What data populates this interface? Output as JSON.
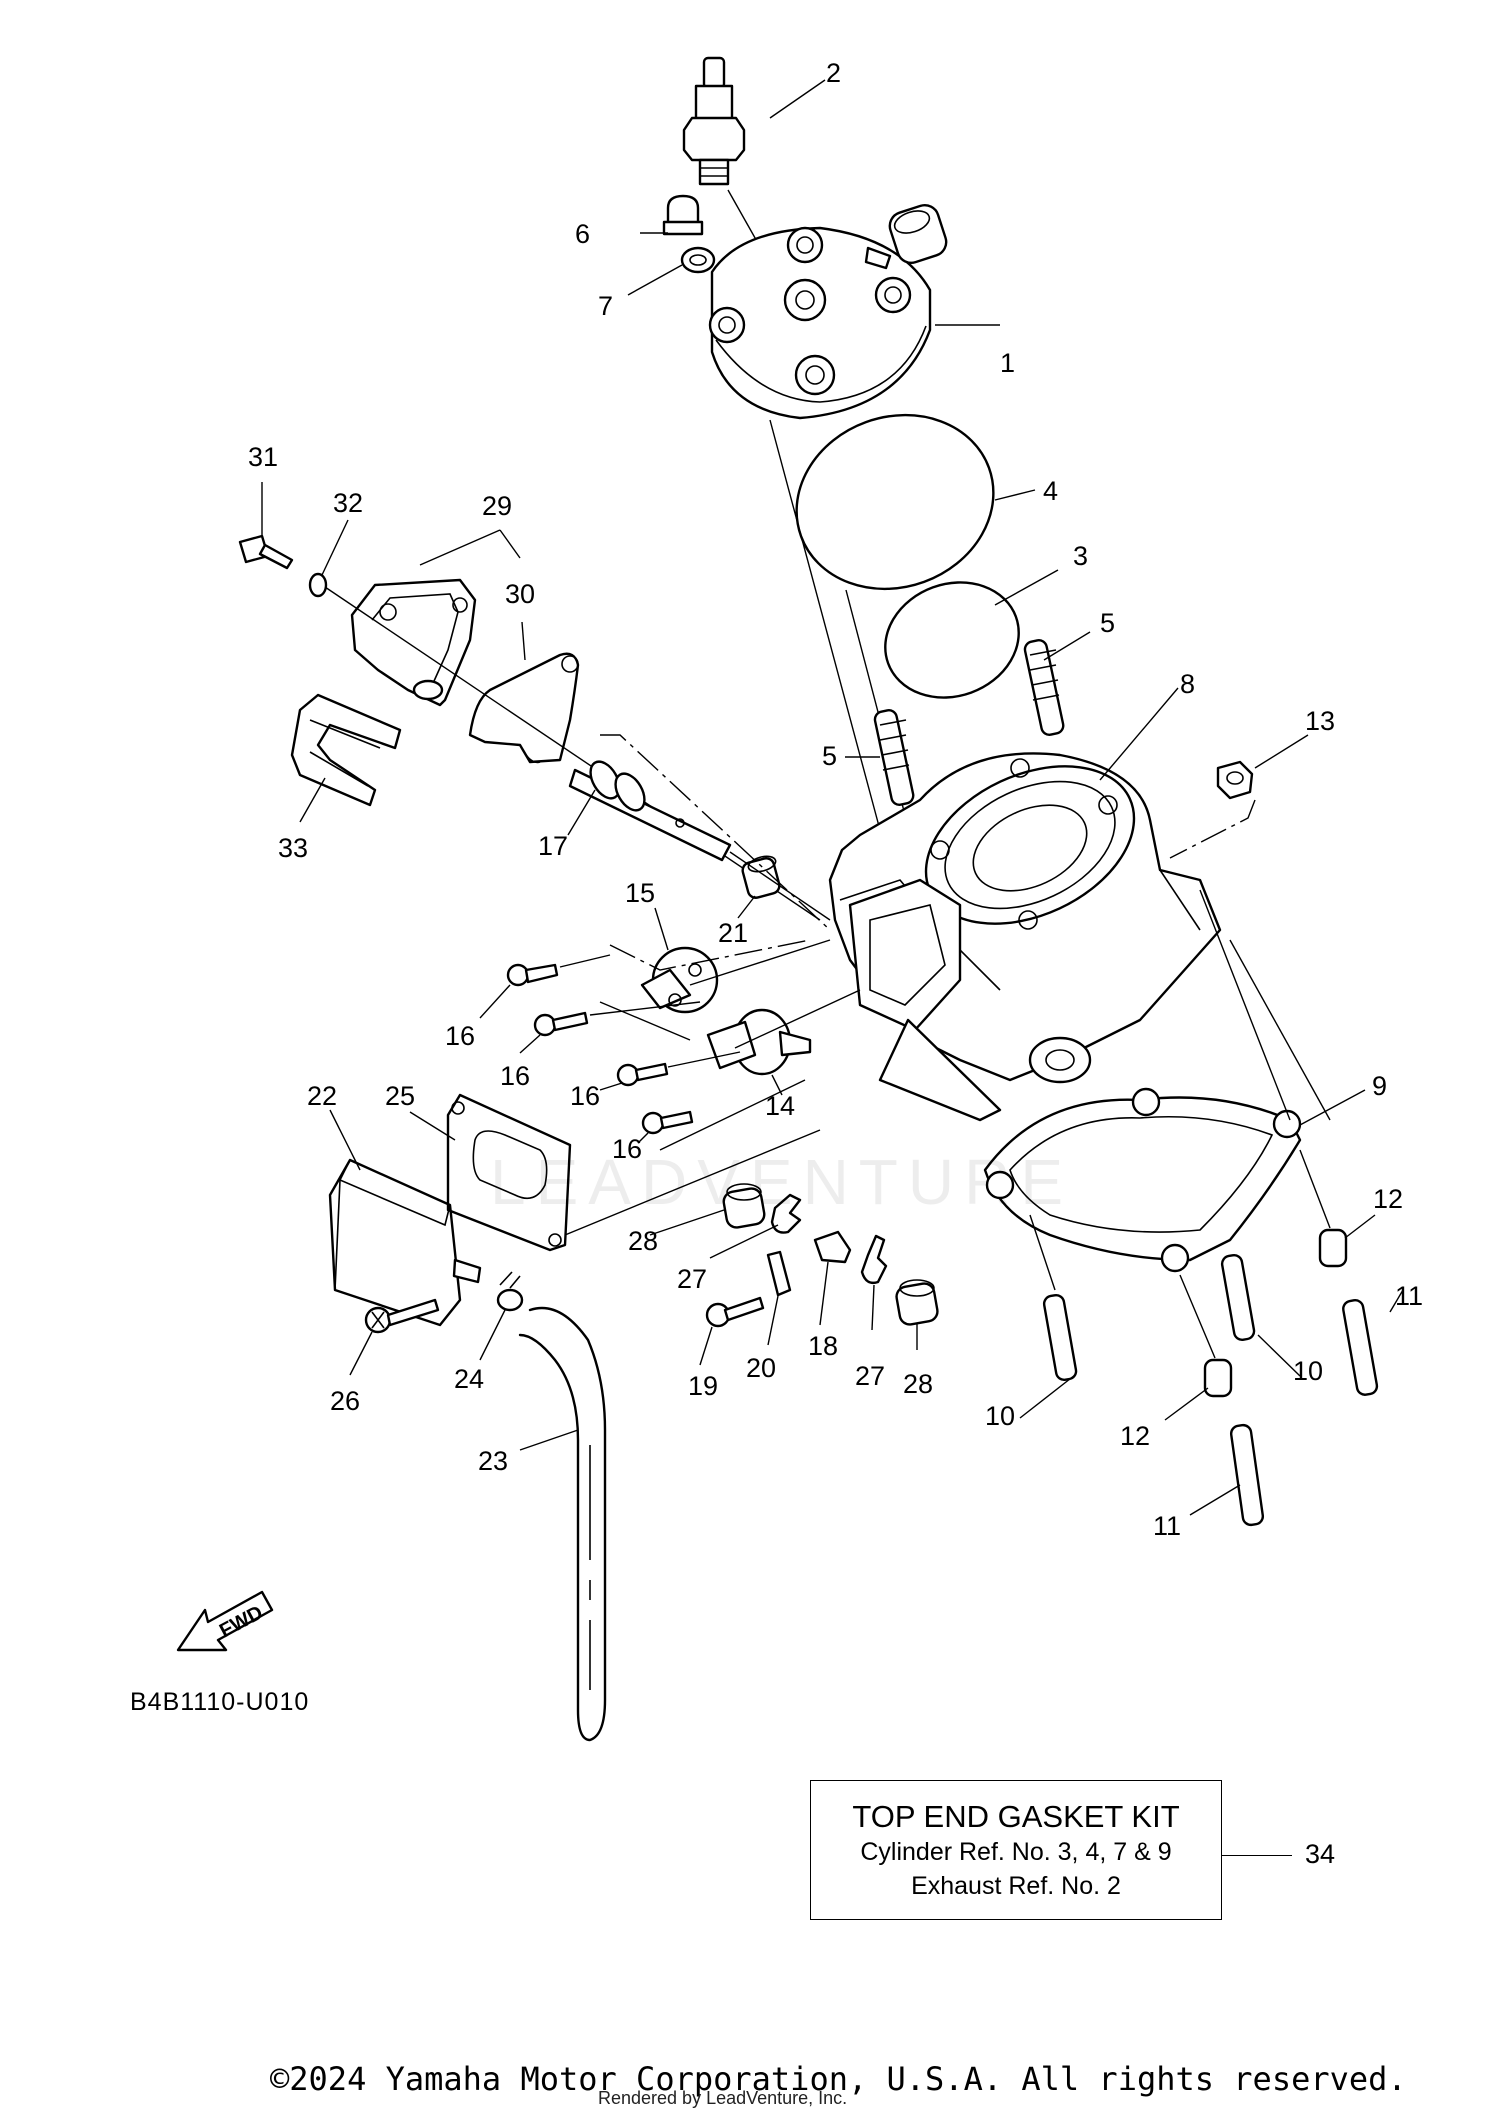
{
  "callouts": [
    {
      "num": "1"
    },
    {
      "num": "2"
    },
    {
      "num": "3"
    },
    {
      "num": "4"
    },
    {
      "num": "5"
    },
    {
      "num": "5"
    },
    {
      "num": "6"
    },
    {
      "num": "7"
    },
    {
      "num": "8"
    },
    {
      "num": "9"
    },
    {
      "num": "10"
    },
    {
      "num": "10"
    },
    {
      "num": "11"
    },
    {
      "num": "11"
    },
    {
      "num": "12"
    },
    {
      "num": "12"
    },
    {
      "num": "13"
    },
    {
      "num": "14"
    },
    {
      "num": "15"
    },
    {
      "num": "16"
    },
    {
      "num": "16"
    },
    {
      "num": "16"
    },
    {
      "num": "16"
    },
    {
      "num": "17"
    },
    {
      "num": "18"
    },
    {
      "num": "19"
    },
    {
      "num": "20"
    },
    {
      "num": "21"
    },
    {
      "num": "22"
    },
    {
      "num": "23"
    },
    {
      "num": "24"
    },
    {
      "num": "25"
    },
    {
      "num": "26"
    },
    {
      "num": "27"
    },
    {
      "num": "27"
    },
    {
      "num": "28"
    },
    {
      "num": "28"
    },
    {
      "num": "29"
    },
    {
      "num": "30"
    },
    {
      "num": "31"
    },
    {
      "num": "32"
    },
    {
      "num": "33"
    }
  ],
  "fwd_label": "FWD",
  "diagram_code": "B4B1110-U010",
  "kit": {
    "title": "TOP END GASKET KIT",
    "line1": "Cylinder Ref. No. 3, 4, 7 & 9",
    "line2": "Exhaust Ref. No. 2",
    "ref": "34"
  },
  "watermark": "LEADVENTURE",
  "copyright": "©2024 Yamaha Motor Corporation, U.S.A. All rights reserved.",
  "rendered_by": "Rendered by LeadVenture, Inc."
}
